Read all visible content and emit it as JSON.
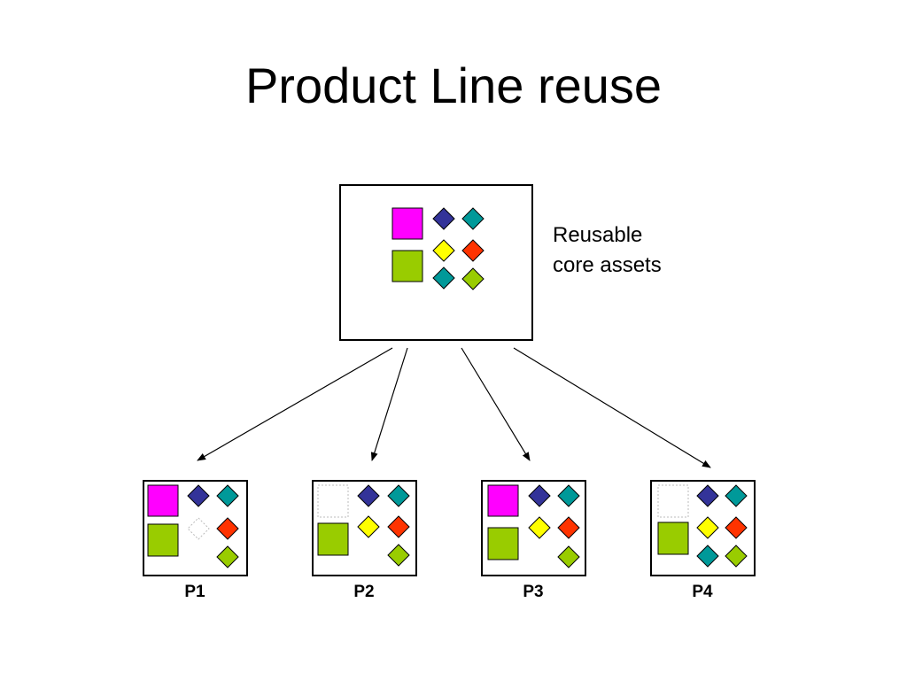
{
  "title": "Product Line reuse",
  "core": {
    "label_lines": [
      "Reusable",
      "core assets"
    ]
  },
  "products": [
    {
      "label": "P1",
      "assets": {
        "magenta_square": true,
        "green_square": true,
        "diamonds": [
          "blue",
          "teal",
          "empty",
          "orange",
          "lime"
        ]
      }
    },
    {
      "label": "P2",
      "assets": {
        "magenta_square": false,
        "green_square": true,
        "diamonds": [
          "blue",
          "teal",
          "yellow",
          "orange",
          "lime"
        ]
      }
    },
    {
      "label": "P3",
      "assets": {
        "magenta_square": true,
        "green_square": true,
        "diamonds": [
          "blue",
          "teal",
          "yellow",
          "orange",
          "lime"
        ]
      }
    },
    {
      "label": "P4",
      "assets": {
        "magenta_square": false,
        "green_square": true,
        "diamonds": [
          "blue",
          "teal",
          "yellow",
          "orange",
          "teal",
          "lime"
        ]
      }
    }
  ],
  "colors": {
    "magenta": "#ff00ff",
    "green": "#99cc00",
    "blue": "#333399",
    "teal": "#009999",
    "yellow": "#ffff00",
    "orange": "#ff3300",
    "lime": "#99cc00",
    "empty": "#ffffff"
  }
}
